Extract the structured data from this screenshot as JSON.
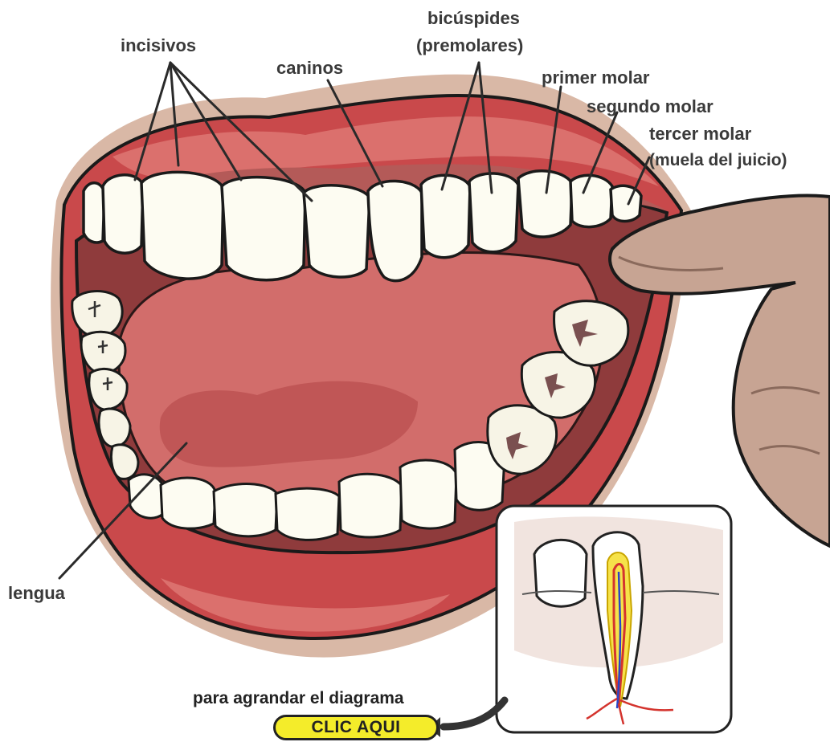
{
  "labels": {
    "incisors": "incisivos",
    "canines": "caninos",
    "bicuspids_line1": "bicúspides",
    "bicuspids_line2": "(premolares)",
    "first_molar": "primer molar",
    "second_molar": "segundo molar",
    "third_molar_line1": "tercer molar",
    "third_molar_line2": "(muela del juicio)",
    "tongue": "lengua"
  },
  "cta": {
    "text": "para agrandar el diagrama",
    "button": "CLIC AQUI"
  },
  "colors": {
    "lip": "#c9494b",
    "lip_light": "#e07a76",
    "mouth_inside": "#b85250",
    "tongue": "#d26d6b",
    "tongue_shade": "#b94f4f",
    "tooth": "#fdfcf2",
    "skin": "#c7a493",
    "button": "#f4ec2a"
  }
}
